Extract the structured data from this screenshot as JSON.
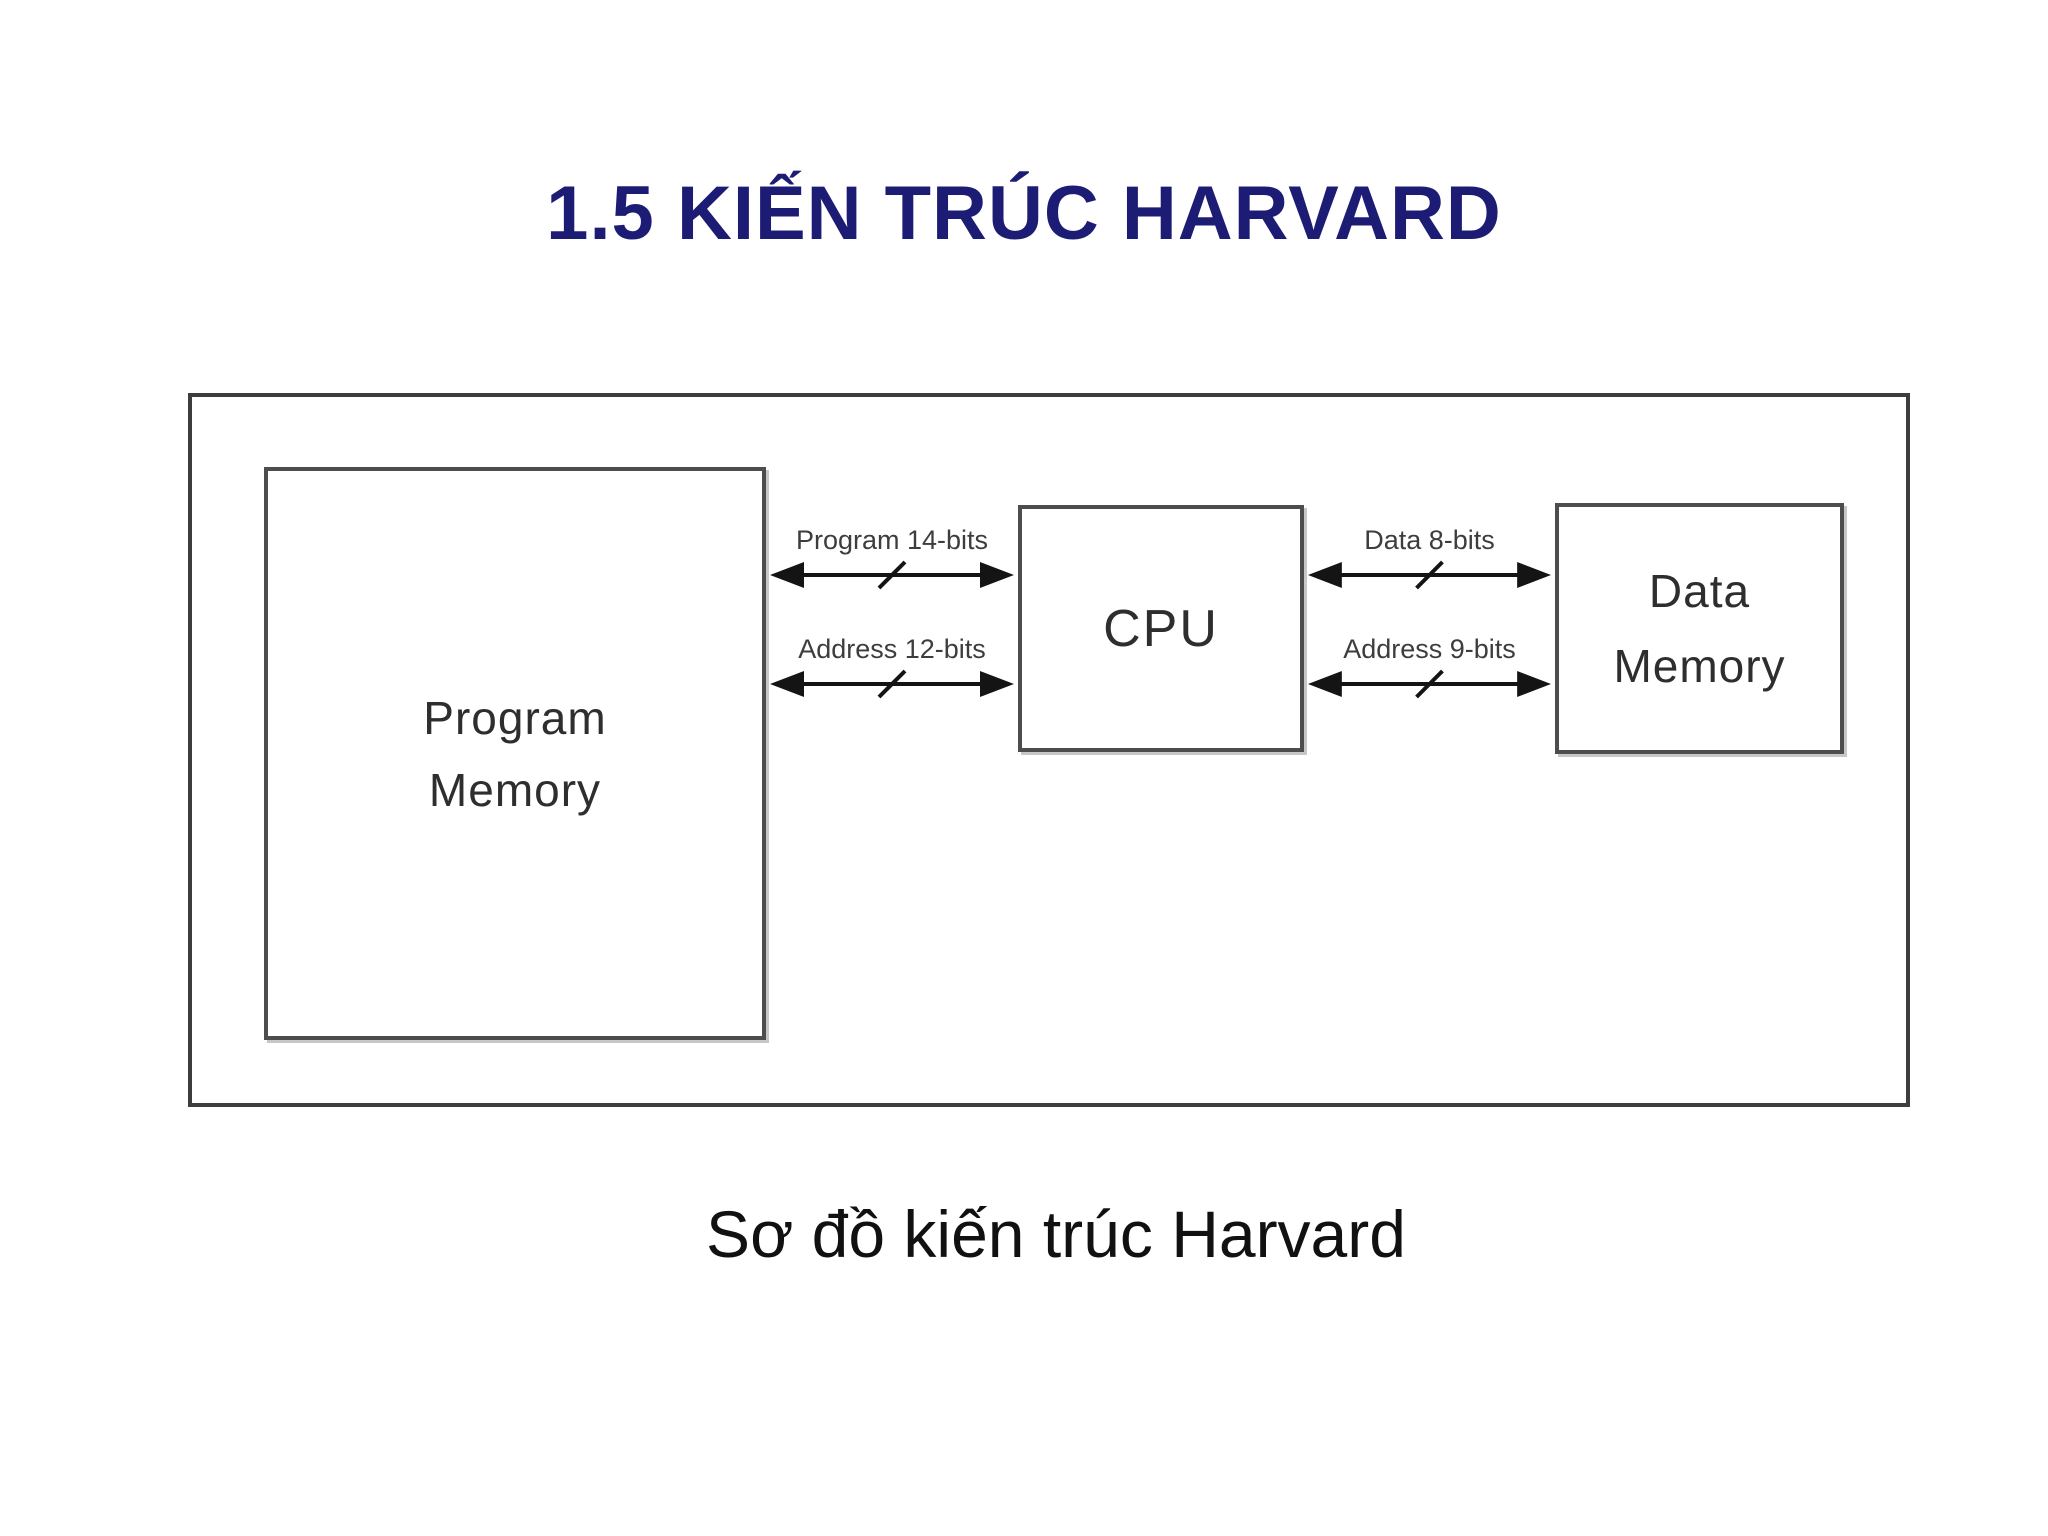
{
  "title": "1.5 KIẾN TRÚC HARVARD",
  "caption": "Sơ đồ kiến trúc Harvard",
  "colors": {
    "title_color": "#1c1c74",
    "caption_color": "#111111",
    "frame_border": "#3d3d3d",
    "box_border": "#4d4d4d",
    "box_text": "#2e2e2e",
    "bus_label_color": "#3d3d3d",
    "arrow_color": "#141414"
  },
  "diagram": {
    "boxes": {
      "program_memory": {
        "line1": "Program",
        "line2": "Memory"
      },
      "cpu": {
        "label": "CPU"
      },
      "data_memory": {
        "line1": "Data",
        "line2": "Memory"
      }
    },
    "buses": [
      {
        "id": "program-bus",
        "label": "Program 14-bits"
      },
      {
        "id": "program-address-bus",
        "label": "Address 12-bits"
      },
      {
        "id": "data-bus",
        "label": "Data 8-bits"
      },
      {
        "id": "data-address-bus",
        "label": "Address 9-bits"
      }
    ]
  }
}
